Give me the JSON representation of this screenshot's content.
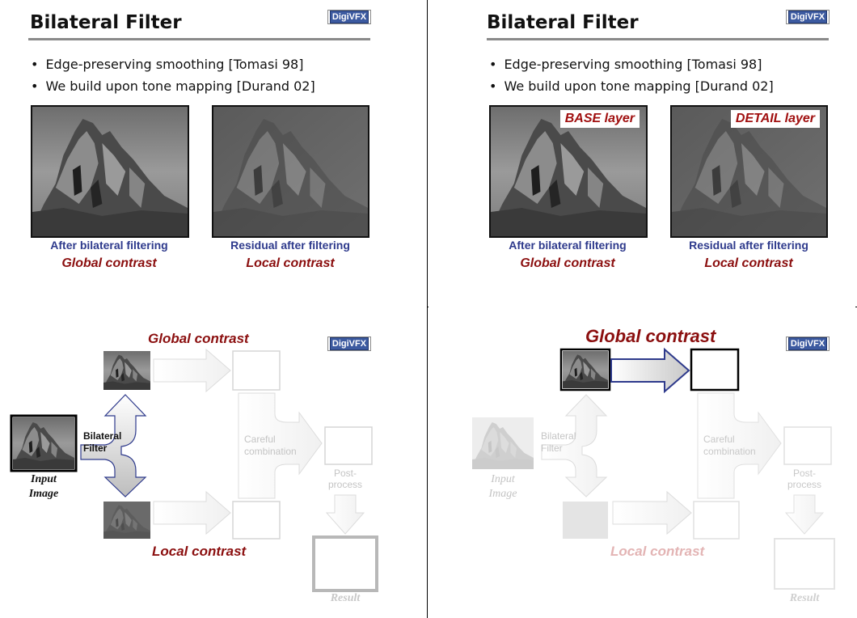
{
  "slide1": {
    "title": "Bilateral Filter",
    "logo": "DigiVFX",
    "bullets": [
      "Edge-preserving smoothing [Tomasi 98]",
      "We build upon tone mapping [Durand 02]"
    ],
    "left_caption": "After bilateral filtering",
    "left_sub": "Global contrast",
    "right_caption": "Residual after filtering",
    "right_sub": "Local contrast"
  },
  "slide2": {
    "title": "Bilateral Filter",
    "logo": "DigiVFX",
    "bullets": [
      "Edge-preserving smoothing [Tomasi 98]",
      "We build upon tone mapping [Durand 02]"
    ],
    "base_label": "BASE layer",
    "detail_label": "DETAIL layer",
    "left_caption": "After bilateral filtering",
    "left_sub": "Global contrast",
    "right_caption": "Residual after filtering",
    "right_sub": "Local contrast"
  },
  "slide3": {
    "logo": "DigiVFX",
    "global": "Global contrast",
    "local": "Local contrast",
    "filter": [
      "Bilateral",
      "Filter"
    ],
    "input": [
      "Input",
      "Image"
    ],
    "combine": [
      "Careful",
      "combination"
    ],
    "post": [
      "Post-",
      "process"
    ],
    "result": "Result"
  },
  "slide4": {
    "logo": "DigiVFX",
    "global": "Global contrast",
    "local": "Local contrast",
    "filter": [
      "Bilateral",
      "Filter"
    ],
    "input": [
      "Input",
      "Image"
    ],
    "combine": [
      "Careful",
      "combination"
    ],
    "post": [
      "Post-",
      "process"
    ],
    "result": "Result"
  },
  "colors": {
    "red": "#8b0f0f",
    "blue": "#2e3a8c",
    "arrow_outline": "#2e3a8c",
    "faded": "#c8c8c8"
  }
}
